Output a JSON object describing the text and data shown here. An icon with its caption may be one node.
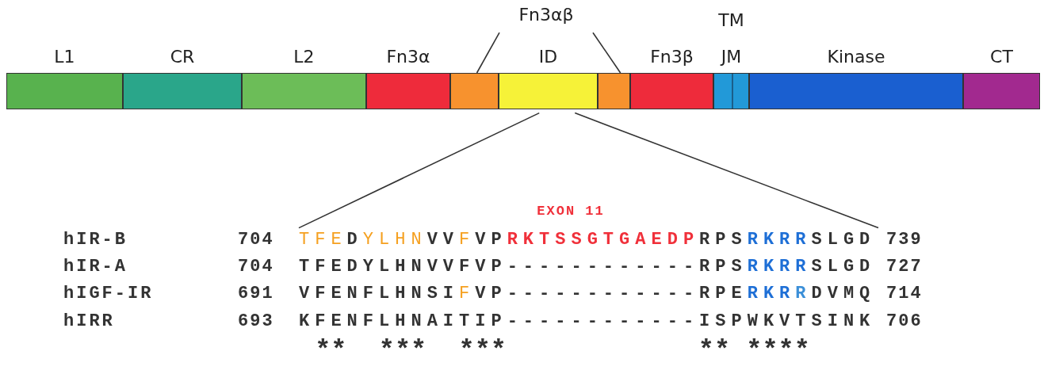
{
  "diagram": {
    "nodes": [
      {
        "text": [
          "L1"
        ]
      },
      {
        "text": [
          "CR"
        ]
      },
      {
        "text": [
          "L2"
        ]
      },
      {
        "text": [
          "Fn3α"
        ]
      },
      {
        "text": [],
        "shape": "bar"
      },
      {
        "text": [
          "ID"
        ]
      },
      {
        "text": [],
        "shape": "bar"
      },
      {
        "text": [
          "Fn3β"
        ]
      },
      {
        "text": [
          "TM",
          "JM"
        ]
      },
      {
        "text": [
          "Kinase"
        ]
      },
      {
        "text": [
          "CT"
        ]
      },
      {
        "text": [
          "Fn3αβ"
        ]
      },
      {
        "text": [
          "TFEDYLHNVVFVPRKTSSGTGAEDPRPSRKRRSLGD"
        ]
      }
    ],
    "edges": [
      {
        "from": 11,
        "to": 4,
        "arrow": "none"
      },
      {
        "from": 11,
        "to": 6,
        "arrow": "none"
      },
      {
        "from": 5,
        "to": 12,
        "arrow": "none"
      },
      {
        "from": 5,
        "to": 12,
        "arrow": "none"
      }
    ],
    "labels": [
      "EXON 11",
      "hIR-B",
      "704",
      "739",
      "hIR-A",
      "704",
      "TFEDYLHNVVFVP------------RPSRKRRSLGD",
      "727",
      "hIGF-IR",
      "691",
      "VFENFLHNSIFVP------------RPERKRRDVMQ",
      "714",
      "hIRR",
      "693",
      "KFENFLHNAITIP------------ISPWKVTSINK",
      "706",
      "**  ***  ***            ** ****"
    ]
  }
}
